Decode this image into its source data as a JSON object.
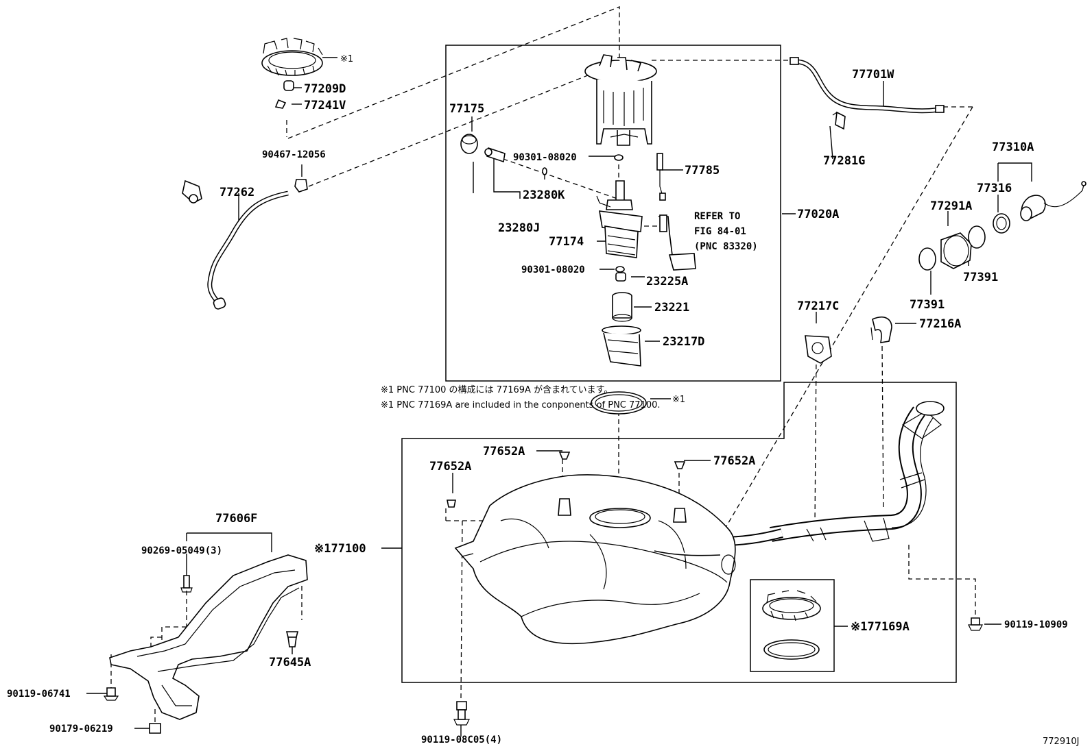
{
  "diagram_id": "772910J",
  "notes": {
    "jp": "※1 PNC 77100 の構成には 77169A が含まれています。",
    "en": "※1 PNC 77169A are included in the conponents of PNC 77100."
  },
  "refer": {
    "line1": "REFER TO",
    "line2": "FIG 84-01",
    "line3": "(PNC 83320)"
  },
  "labels": {
    "ring_top_note": "※1",
    "gasket_note": "※1",
    "p77209D": "77209D",
    "p77241V": "77241V",
    "p90467": "90467-12056",
    "p77262": "77262",
    "p77175": "77175",
    "p90301a": "90301-08020",
    "p23280K": "23280K",
    "p23280J": "23280J",
    "p77174": "77174",
    "p90301b": "90301-08020",
    "p23225A": "23225A",
    "p23221": "23221",
    "p23217D": "23217D",
    "p77785": "77785",
    "p77020A": "77020A",
    "p77701W": "77701W",
    "p77281G": "77281G",
    "p77310A": "77310A",
    "p77316": "77316",
    "p77291A": "77291A",
    "p77391a": "77391",
    "p77391b": "77391",
    "p77217C": "77217C",
    "p77216A": "77216A",
    "p77652A_a": "77652A",
    "p77652A_b": "77652A",
    "p77652A_c": "77652A",
    "p77100": "※177100",
    "p77169A": "※177169A",
    "p90119_10909": "90119-10909",
    "p77606F": "77606F",
    "p90269": "90269-05049(3)",
    "p77645A": "77645A",
    "p90119_06741": "90119-06741",
    "p90179": "90179-06219",
    "p90119_08C05": "90119-08C05(4)"
  }
}
